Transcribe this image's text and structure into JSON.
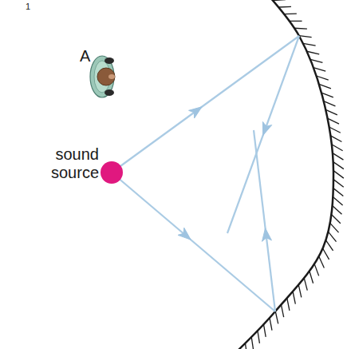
{
  "diagram": {
    "labels": [
      "1",
      "A",
      "sound source"
    ]
  }
}
